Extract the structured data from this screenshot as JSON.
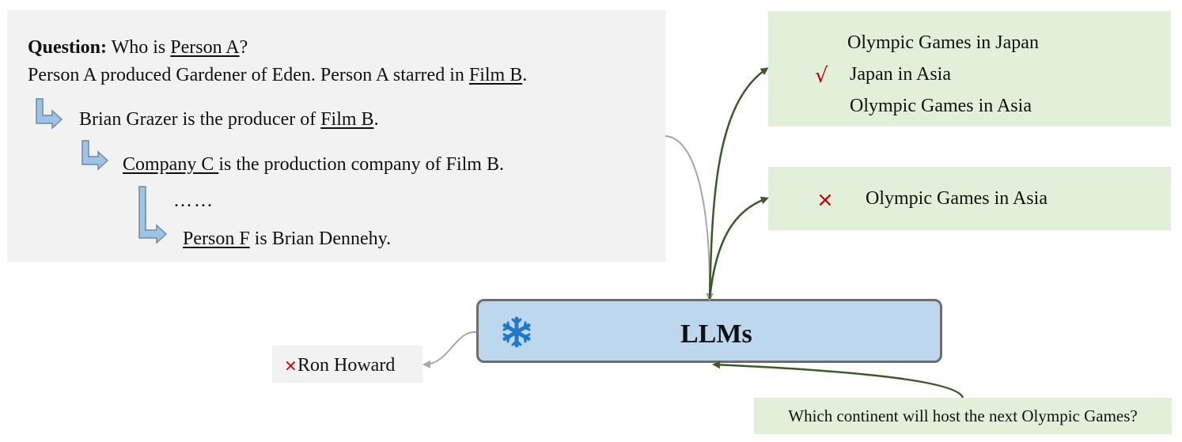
{
  "question_box": {
    "question_label": "Question:",
    "question_pre": " Who is ",
    "question_entity": "Person A",
    "question_post": "?",
    "context_pre": "Person A produced Gardener of Eden. Person A starred in ",
    "context_entity": "Film B",
    "context_post": ".",
    "step1_pre": "Brian Grazer is the producer of ",
    "step1_entity": "Film B",
    "step1_post": ".",
    "step2_entity": "Company C ",
    "step2_post": "is the production company of Film B.",
    "step3_ellipsis": "……",
    "step4_entity": "Person F",
    "step4_post": " is Brian Dennehy."
  },
  "llm": {
    "label": "LLMs",
    "icon": "snowflake-icon",
    "icon_color": "#1f78c8"
  },
  "wrong_answer": {
    "mark": "×",
    "text": "Ron Howard"
  },
  "top_right_box": {
    "line1": "Olympic Games in Japan",
    "check_mark": "√",
    "line2": "Japan in Asia",
    "line3": "Olympic Games in Asia"
  },
  "mid_right_box": {
    "mark": "×",
    "text": "Olympic Games in Asia"
  },
  "bottom_question": {
    "text": "Which continent will host the next Olympic Games?"
  },
  "colors": {
    "gray_panel": "#f2f2f2",
    "green_panel": "#e2efd9",
    "llm_fill": "#bdd7ee",
    "llm_border": "#6d6d6d",
    "green_arrow": "#3a5a2a",
    "gray_arrow": "#a6a6a6",
    "red_mark": "#c00000",
    "step_arrow_fill": "#9dc3e6"
  }
}
